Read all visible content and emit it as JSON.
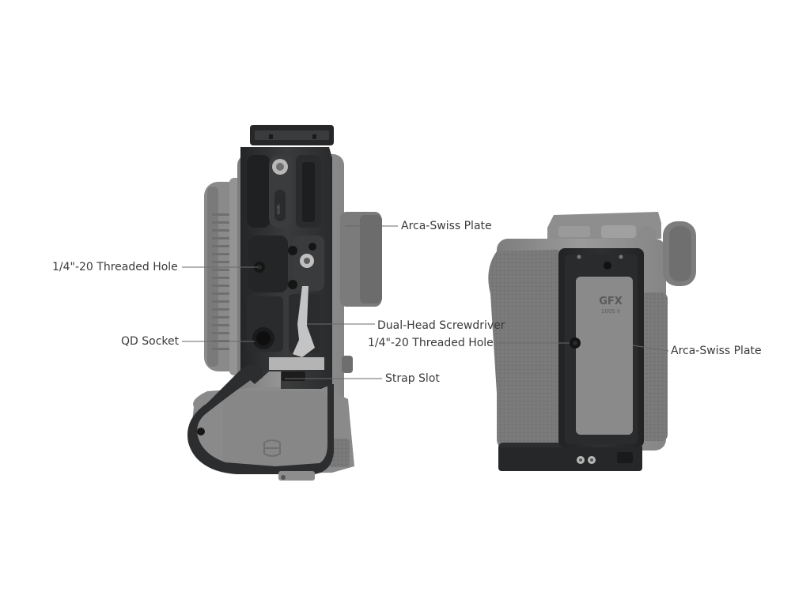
{
  "callouts": {
    "left_arca_plate": "Arca-Swiss Plate",
    "left_threaded_hole": "1/4\"-20 Threaded Hole",
    "qd_socket": "QD Socket",
    "screwdriver": "Dual-Head Screwdriver",
    "strap_slot": "Strap Slot",
    "right_threaded_hole": "1/4\"-20 Threaded Hole",
    "right_arca_plate": "Arca-Swiss Plate"
  },
  "camera_branding": {
    "model_line1": "GFX",
    "model_line2": "100S II"
  },
  "colors": {
    "background": "#ffffff",
    "camera_body": "#8c8c8c",
    "bracket_metal": "#2f3031",
    "callout_text": "#3a3a3a",
    "leader_line": "#6a6a6a"
  }
}
